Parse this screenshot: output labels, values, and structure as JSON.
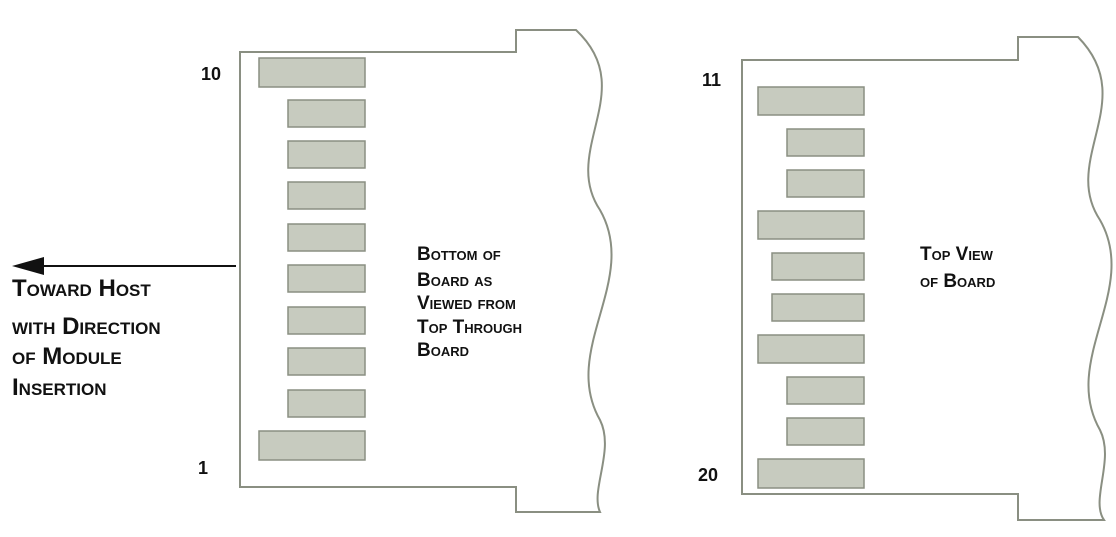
{
  "colors": {
    "pad_fill": "#c7cbbf",
    "pad_stroke": "#8a8f82",
    "outline": "#8a8f82",
    "text": "#111111"
  },
  "left_board": {
    "pin_top": "10",
    "pin_bottom": "1",
    "caption_lines": [
      "Bottom of",
      "Board as",
      "Viewed from",
      "Top Through",
      "Board"
    ],
    "pad_count": 10
  },
  "right_board": {
    "pin_top": "11",
    "pin_bottom": "20",
    "caption_lines": [
      "Top View",
      "of Board"
    ],
    "pad_count": 10
  },
  "arrow": {
    "caption_lines": [
      "Toward Host",
      "with Direction",
      "of Module",
      "Insertion"
    ]
  }
}
